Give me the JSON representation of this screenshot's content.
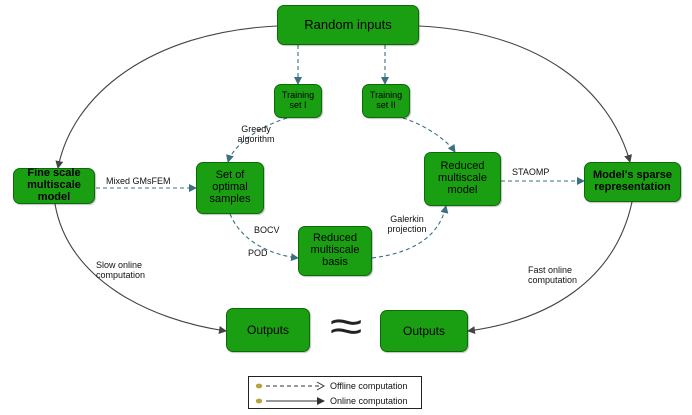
{
  "nodes": {
    "random_inputs": "Random inputs",
    "training_set_1": "Training set I",
    "training_set_2": "Training set II",
    "fine_scale_model": "Fine scale multiscale model",
    "optimal_samples": "Set of optimal samples",
    "reduced_basis": "Reduced multiscale basis",
    "reduced_model": "Reduced multiscale model",
    "sparse_representation": "Model's sparse representation",
    "outputs_left": "Outputs",
    "outputs_right": "Outputs"
  },
  "edge_labels": {
    "greedy": "Greedy algorithm",
    "mixed_gmsfem": "Mixed GMsFEM",
    "bocv": "BOCV",
    "pod": "POD",
    "galerkin": "Galerkin projection",
    "staomp": "STAOMP",
    "slow_online": "Slow online computation",
    "fast_online": "Fast online computation"
  },
  "approx_symbol": "≈",
  "legend": {
    "offline": "Offline computation",
    "online": "Online computation"
  },
  "colors": {
    "node_fill": "#1a9f12",
    "node_border": "#0c6b08",
    "online_line": "#444444",
    "offline_line": "#3a7080",
    "legend_dot": "#b8a23a"
  }
}
